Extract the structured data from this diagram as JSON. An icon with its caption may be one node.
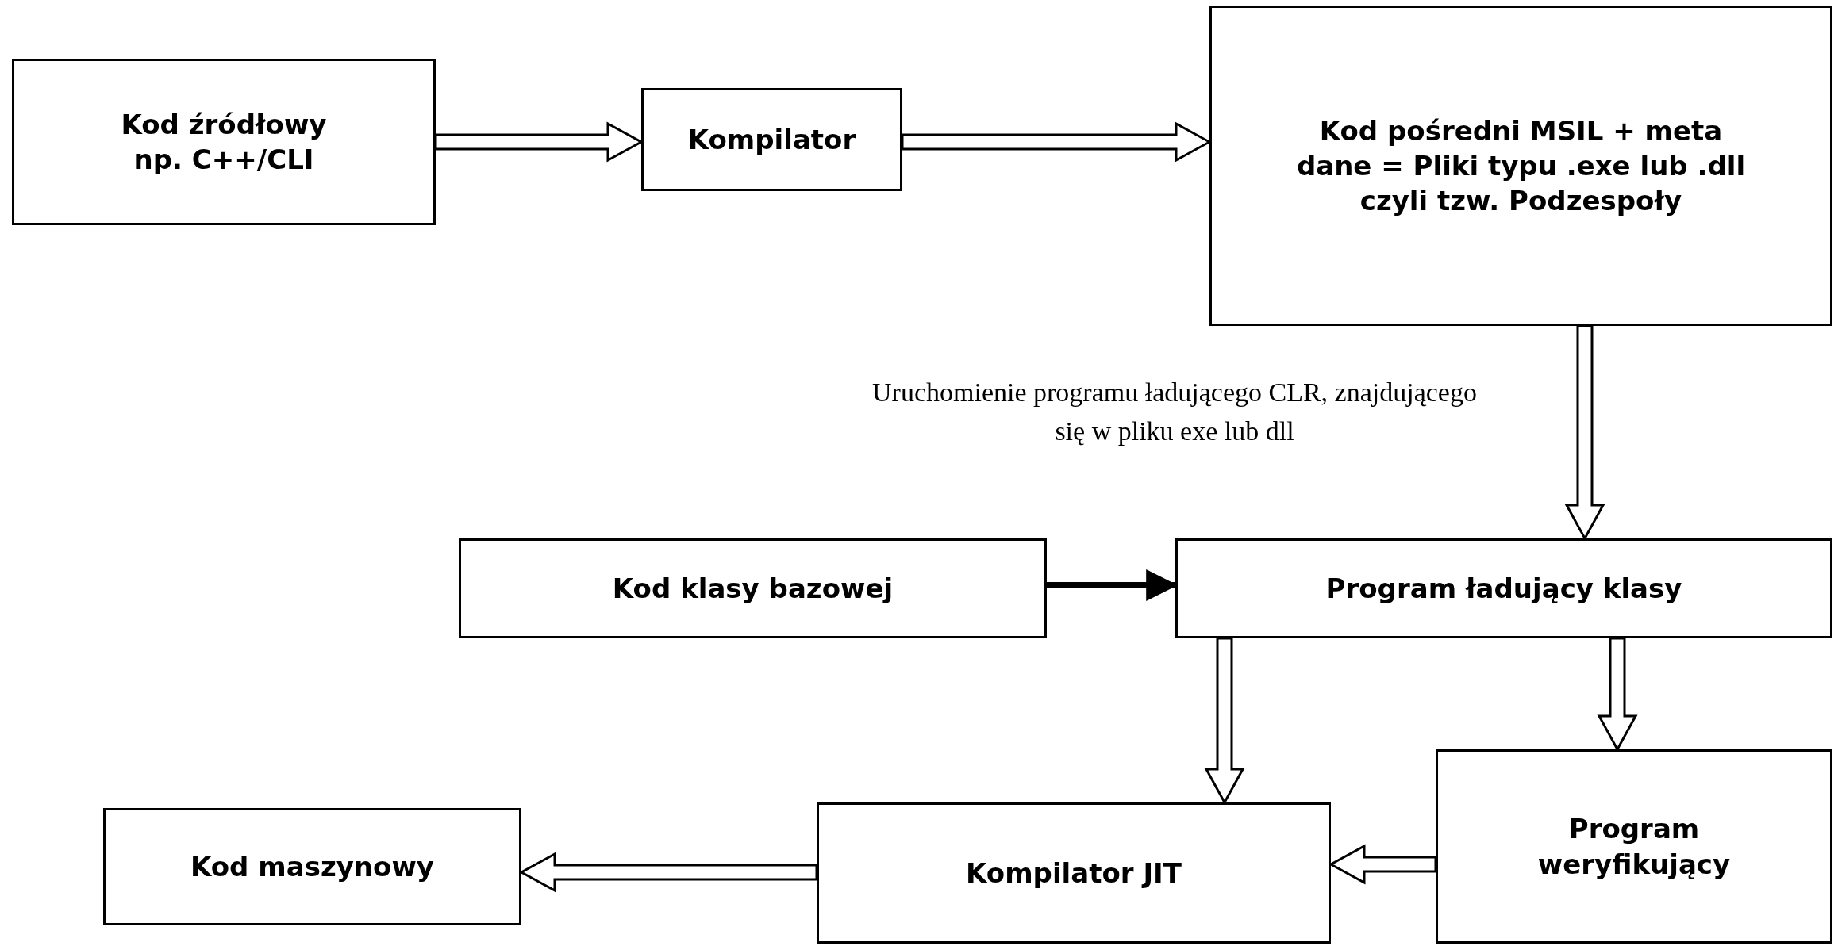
{
  "diagram": {
    "nodes": [
      {
        "text": [
          "Kod źródłowy np. C++/CLI"
        ]
      },
      {
        "text": [
          "Kompilator"
        ]
      },
      {
        "text": [
          "Kod pośredni MSIL + meta dane = Pliki typu .exe lub .dll czyli tzw. Podzespoły"
        ]
      },
      {
        "text": [
          "Program ładujący klasy"
        ]
      },
      {
        "text": [
          "Kod klasy bazowej"
        ]
      },
      {
        "text": [
          "Kompilator JIT"
        ]
      },
      {
        "text": [
          "Program weryfikujący"
        ]
      },
      {
        "text": [
          "Kod maszynowy"
        ]
      }
    ],
    "edges": [
      {
        "from": 0,
        "to": 1,
        "arrow": "to",
        "style": "thick"
      },
      {
        "from": 1,
        "to": 2,
        "arrow": "to",
        "style": "thick"
      },
      {
        "from": 2,
        "to": 3,
        "arrow": "to",
        "style": "thick",
        "label": "Uruchomienie programu ładującego CLR, znajdującego się w pliku exe lub dll"
      },
      {
        "from": 4,
        "to": 3,
        "arrow": "to"
      },
      {
        "from": 3,
        "to": 5,
        "arrow": "to",
        "style": "thick"
      },
      {
        "from": 3,
        "to": 6,
        "arrow": "to",
        "style": "thick"
      },
      {
        "from": 6,
        "to": 5,
        "arrow": "to",
        "style": "thick"
      },
      {
        "from": 5,
        "to": 7,
        "arrow": "to",
        "style": "thick"
      }
    ]
  }
}
